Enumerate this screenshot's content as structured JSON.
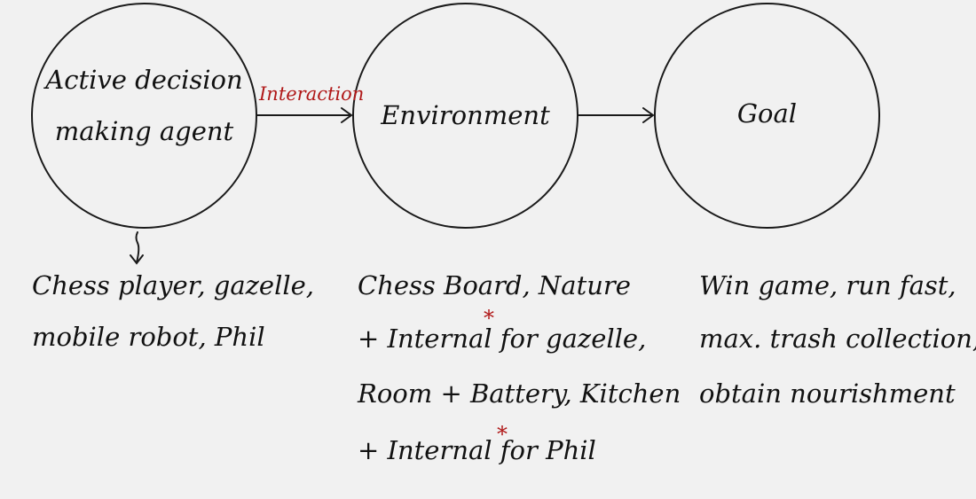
{
  "nodes": {
    "agent": {
      "lines": [
        "Active decision",
        "making agent"
      ]
    },
    "environment": {
      "lines": [
        "Environment"
      ]
    },
    "goal": {
      "lines": [
        "Goal"
      ]
    }
  },
  "edges": {
    "agent_to_environment": {
      "label": "Interaction",
      "color": "#b01818"
    },
    "environment_to_goal": {
      "label": ""
    }
  },
  "captions": {
    "agent": [
      "Chess player, gazelle,",
      "mobile robot, Phil"
    ],
    "environment": [
      "Chess Board, Nature",
      "+ Internal for gazelle,",
      "Room + Battery, Kitchen",
      "+ Internal for Phil"
    ],
    "goal": [
      "Win game, run fast,",
      "max. trash collection,",
      "obtain nourishment"
    ]
  },
  "annotations": {
    "star_symbol": "*",
    "star_color": "#b01818"
  }
}
